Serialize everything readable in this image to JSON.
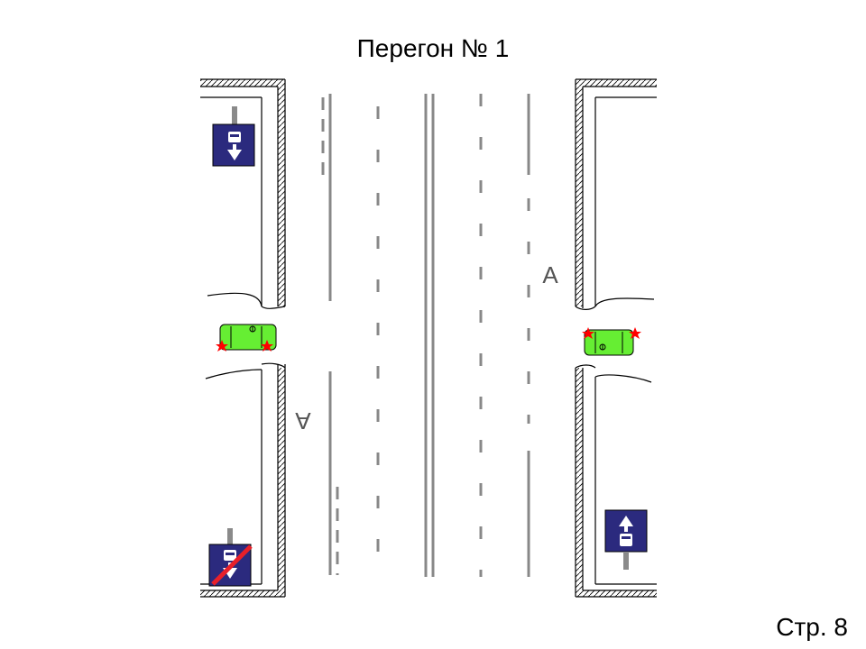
{
  "title": "Перегон № 1",
  "page_number": "Стр. 8",
  "road_labels": {
    "northbound": "А",
    "southbound": "А"
  },
  "signs": {
    "top_left": {
      "icon": "bus-lane-down-icon",
      "color": "#2b2a7e"
    },
    "bottom_left": {
      "icon": "bus-lane-end-icon",
      "color": "#2b2a7e",
      "strike_color": "#e8202a"
    },
    "bottom_right": {
      "icon": "bus-lane-up-icon",
      "color": "#2b2a7e"
    }
  },
  "colors": {
    "car": "#66ee33",
    "marker": "#ff0000",
    "lane_line": "#888888"
  },
  "cars": [
    {
      "name": "left-crossing-car",
      "direction": "right"
    },
    {
      "name": "right-crossing-car",
      "direction": "left"
    }
  ]
}
